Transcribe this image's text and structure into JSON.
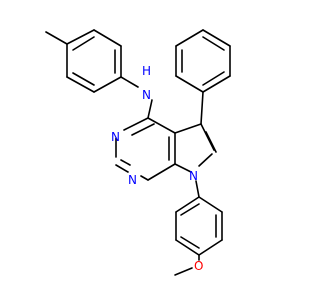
{
  "molecule": {
    "atom_labels": {
      "amine_n": "N",
      "amine_h": "H",
      "pyrimidine_n1": "N",
      "pyrimidine_n3": "N",
      "pyrrole_n7": "N",
      "methoxy_o": "O"
    }
  },
  "colors": {
    "bond": "#000000",
    "nitrogen": "#0000ff",
    "oxygen": "#ff0000",
    "background": "#ffffff"
  }
}
